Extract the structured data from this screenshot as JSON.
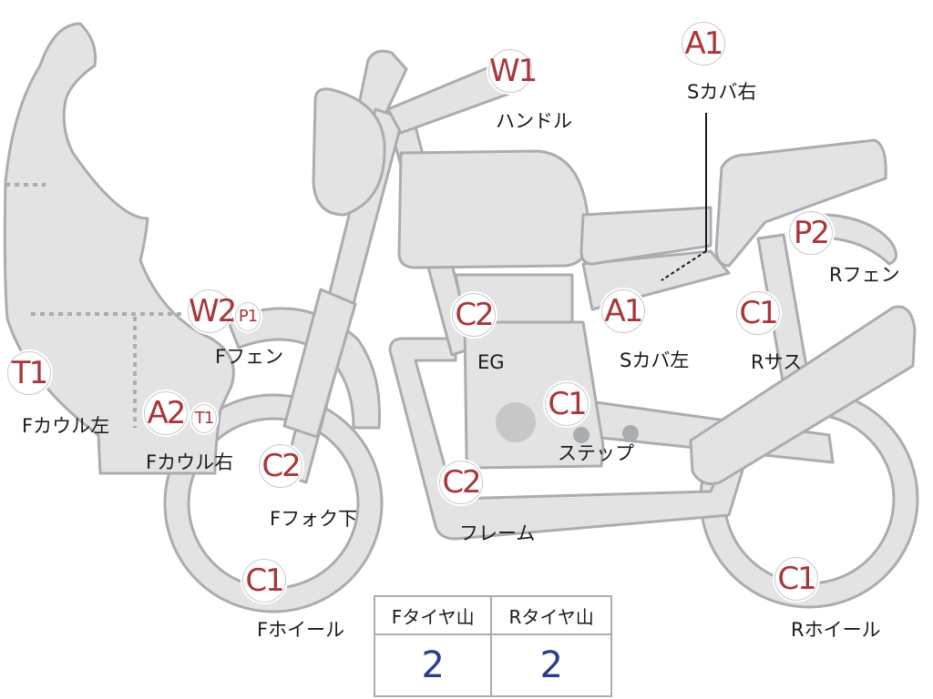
{
  "colors": {
    "part_fill": "#e3e3e3",
    "part_stroke": "#a9adb1",
    "code": "#a8363b",
    "value": "#2b3e8c"
  },
  "parts": [
    {
      "id": "sub-cover-right",
      "code": "A1",
      "label": "Sカバ右"
    },
    {
      "id": "handle",
      "code": "W1",
      "label": "ハンドル"
    },
    {
      "id": "rear-fender",
      "code": "P2",
      "label": "Rフェン"
    },
    {
      "id": "front-fender",
      "code": "W2",
      "sub_code": "P1",
      "label": "Fフェン"
    },
    {
      "id": "engine",
      "code": "C2",
      "label": "EG"
    },
    {
      "id": "sub-cover-left",
      "code": "A1",
      "label": "Sカバ左"
    },
    {
      "id": "rear-suspension",
      "code": "C1",
      "label": "Rサス"
    },
    {
      "id": "front-cowl-left",
      "code": "T1",
      "label": "Fカウル左"
    },
    {
      "id": "front-cowl-right",
      "code": "A2",
      "sub_code": "T1",
      "label": "Fカウル右"
    },
    {
      "id": "step",
      "code": "C1",
      "label": "ステップ"
    },
    {
      "id": "front-fork-lower",
      "code": "C2",
      "label": "Fフォク下"
    },
    {
      "id": "frame",
      "code": "C2",
      "label": "フレーム"
    },
    {
      "id": "front-wheel",
      "code": "C1",
      "label": "Fホイール"
    },
    {
      "id": "rear-wheel",
      "code": "C1",
      "label": "Rホイール"
    }
  ],
  "tire_table": {
    "headers": [
      "Fタイヤ山",
      "Rタイヤ山"
    ],
    "values": [
      "2",
      "2"
    ]
  }
}
